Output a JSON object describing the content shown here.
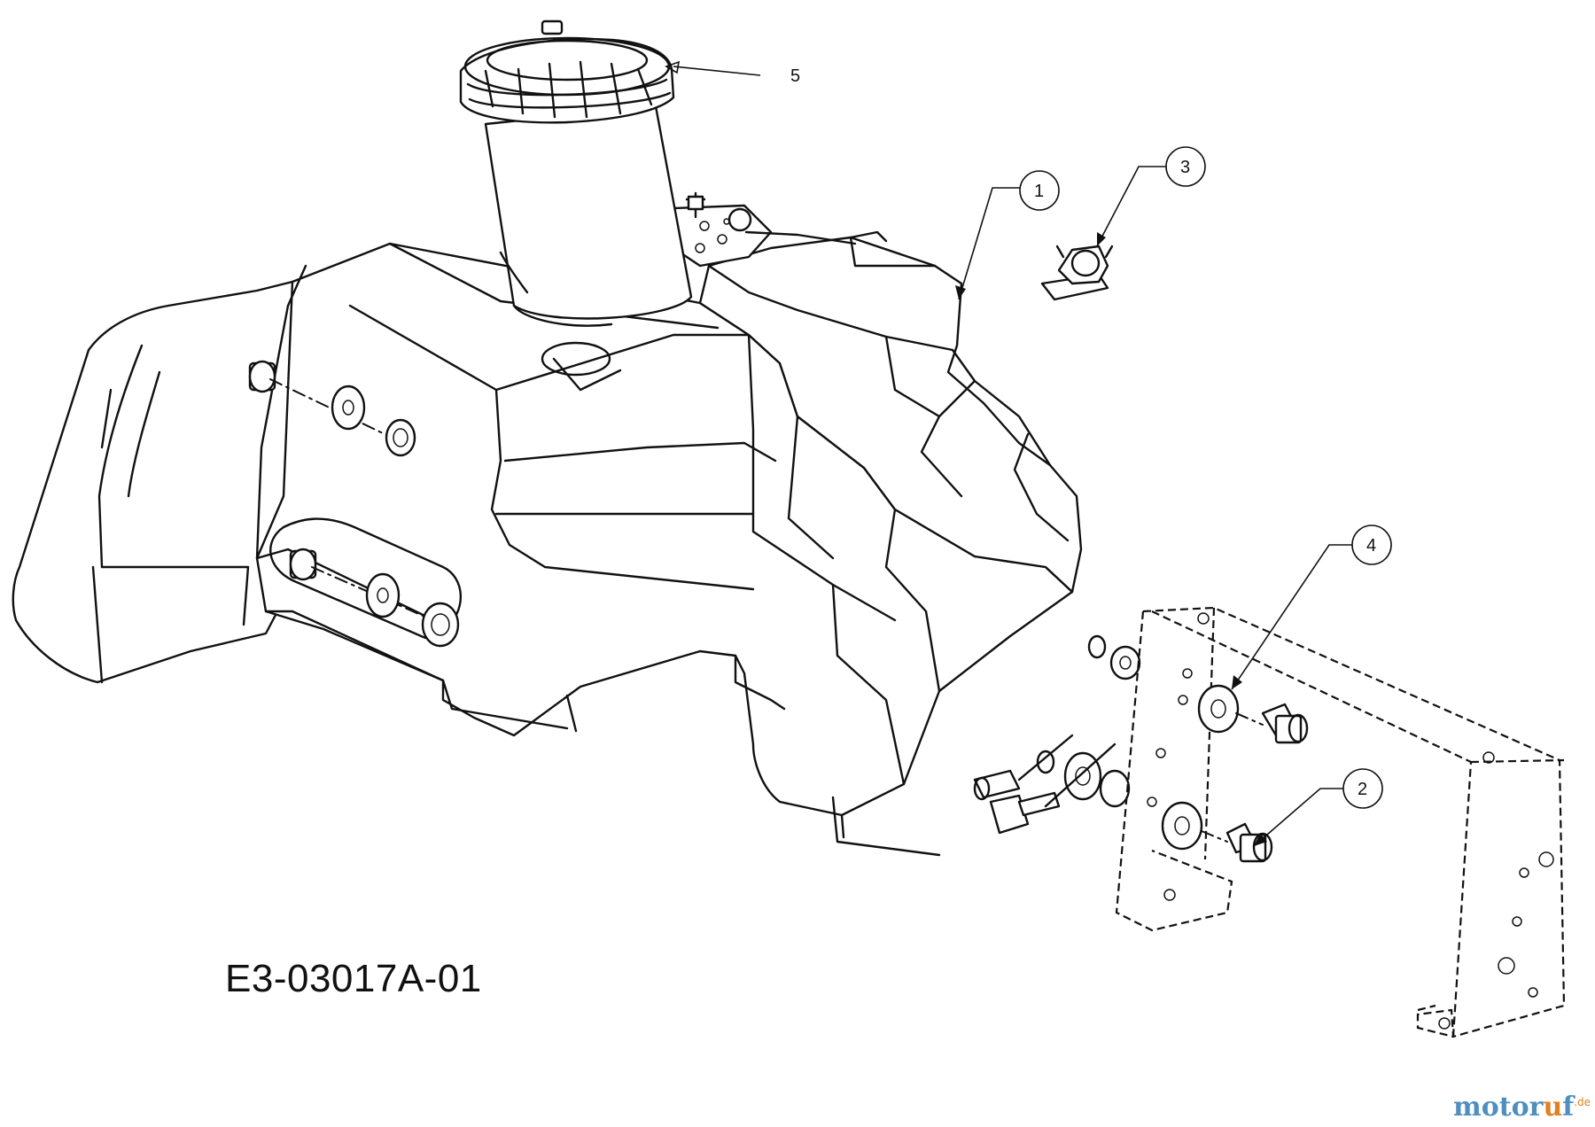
{
  "diagram": {
    "drawing_code": "E3-03017A-01",
    "callouts": [
      {
        "id": "callout-5",
        "label": "5"
      },
      {
        "id": "callout-1",
        "label": "1"
      },
      {
        "id": "callout-3",
        "label": "3"
      },
      {
        "id": "callout-4",
        "label": "4"
      },
      {
        "id": "callout-2",
        "label": "2"
      }
    ]
  },
  "watermark": {
    "part1": "motor",
    "part2": "u",
    "part3": "f",
    "suffix": ".de"
  }
}
